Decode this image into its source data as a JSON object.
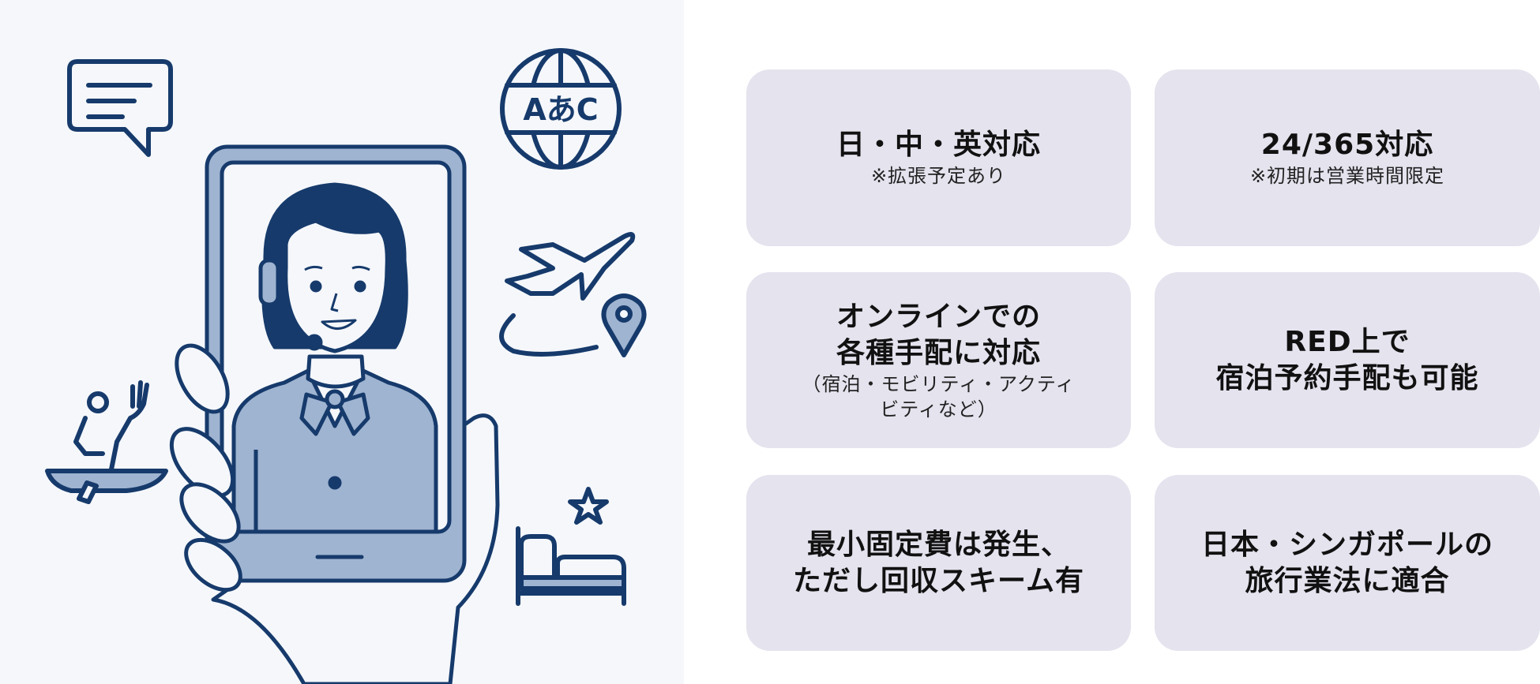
{
  "illustration": {
    "description": "Operator with headset on smartphone held in hand, surrounded by travel icons",
    "icons": [
      "chat-bubble-icon",
      "globe-language-icon",
      "airplane-icon",
      "location-pin-icon",
      "kayak-dining-icon",
      "bed-icon",
      "star-icon",
      "smartphone-icon",
      "operator-avatar"
    ],
    "globe_label": "AあC",
    "colors": {
      "navy": "#163a6b",
      "light_blue": "#9fb4d1",
      "background": "#f5f7fb"
    }
  },
  "cards": [
    {
      "title": "日・中・英対応",
      "note": "※拡張予定あり"
    },
    {
      "title": "24/365対応",
      "note": "※初期は営業時間限定"
    },
    {
      "title": "オンラインでの\n各種手配に対応",
      "note": "（宿泊・モビリティ・アクティ\nビティなど）"
    },
    {
      "title": "RED上で\n宿泊予約手配も可能",
      "note": ""
    },
    {
      "title": "最小固定費は発生、\nただし回収スキーム有",
      "note": ""
    },
    {
      "title": "日本・シンガポールの\n旅行業法に適合",
      "note": ""
    }
  ],
  "colors": {
    "card_bg": "#e4e3ee",
    "text": "#111111"
  }
}
